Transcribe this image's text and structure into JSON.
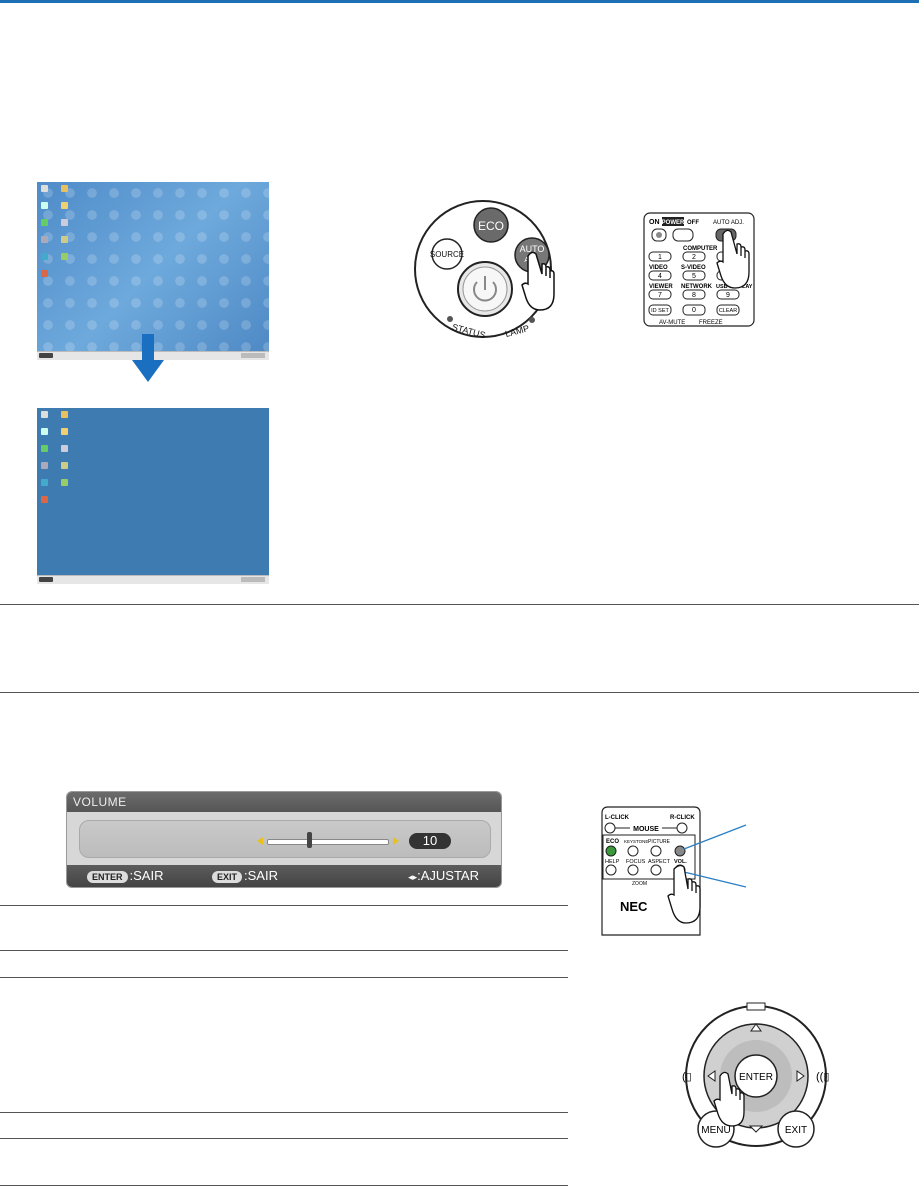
{
  "projector_panel": {
    "eco_label": "ECO",
    "source_label": "SOURCE",
    "auto_label": "AUTO",
    "auto_label_2": "ADJ.",
    "status_label": "STATUS",
    "lamp_label": "LAMP"
  },
  "remote_top": {
    "on_label": "ON",
    "power_label": "POWER",
    "off_label": "OFF",
    "auto_adj_label": "AUTO ADJ.",
    "computer_label": "COMPUTER",
    "buttons": {
      "b1": "1",
      "b2": "2",
      "b4": "4",
      "b5": "5",
      "b7": "7",
      "b8": "8",
      "b9": "9",
      "b0": "0"
    },
    "video_label": "VIDEO",
    "svideo_label": "S-VIDEO",
    "viewer_label": "VIEWER",
    "network_label": "NETWORK",
    "usb_display_label": "USB DISPLAY",
    "id_set_label": "ID SET",
    "clear_label": "CLEAR",
    "av_mute_label": "AV-MUTE",
    "freeze_label": "FREEZE"
  },
  "volume_osd": {
    "title": "VOLUME",
    "value": "10",
    "enter_key": "ENTER",
    "enter_action": ":SAIR",
    "exit_key": "EXIT",
    "exit_action": ":SAIR",
    "adjust_action": ":AJUSTAR"
  },
  "remote_bottom": {
    "l_click": "L-CLICK",
    "r_click": "R-CLICK",
    "mouse": "MOUSE",
    "eco": "ECO",
    "keystone": "KEYSTONE",
    "picture": "PICTURE",
    "help": "HELP",
    "focus": "FOCUS",
    "aspect": "ASPECT",
    "vol": "VOL.",
    "zoom": "ZOOM",
    "brand": "NEC"
  },
  "cabinet_pad": {
    "enter": "ENTER",
    "menu": "MENU",
    "exit": "EXIT"
  },
  "colors": {
    "header_blue": "#1f6fb5",
    "arrow_blue": "#1a6fc0",
    "desktop_blue": "#3d7bb0",
    "eco_green": "#3a9a3a",
    "callout_blue": "#2a7fc4"
  }
}
